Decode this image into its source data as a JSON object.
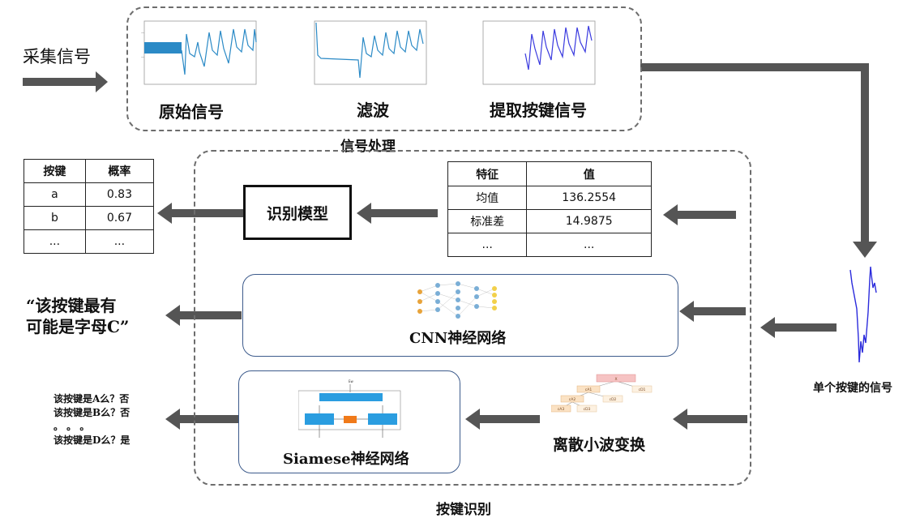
{
  "collect_label": "采集信号",
  "signal_processing": {
    "title": "信号处理",
    "steps": [
      "原始信号",
      "滤波",
      "提取按键信号"
    ]
  },
  "single_key_signal": "单个按键的信号",
  "key_recognition": {
    "title": "按键识别",
    "model_label": "识别模型",
    "cnn_label": "CNN神经网络",
    "siamese_label": "Siamese神经网络",
    "dwt_label": "离散小波变换",
    "feature_table": {
      "headers": [
        "特征",
        "值"
      ],
      "rows": [
        [
          "均值",
          "136.2554"
        ],
        [
          "标准差",
          "14.9875"
        ],
        [
          "...",
          "..."
        ]
      ]
    },
    "prob_table": {
      "headers": [
        "按键",
        "概率"
      ],
      "rows": [
        [
          "a",
          "0.83"
        ],
        [
          "b",
          "0.67"
        ],
        [
          "...",
          "..."
        ]
      ]
    },
    "cnn_output": [
      "“该按键最有",
      "可能是字母C”"
    ],
    "siamese_output": [
      "该按键是A么？否",
      "该按键是B么？否",
      "。 。 。",
      "该按键是D么？是"
    ]
  },
  "dwt_tree": [
    "X",
    "cA1",
    "cD1",
    "cA2",
    "cD2",
    "cA3",
    "cD3"
  ],
  "colors": {
    "arrow": "#555555",
    "box_border": "#3d5b8c",
    "dash": "#6d6d6d",
    "signal_blue": "#2b8ac6",
    "signal_purple": "#3a3adf"
  }
}
